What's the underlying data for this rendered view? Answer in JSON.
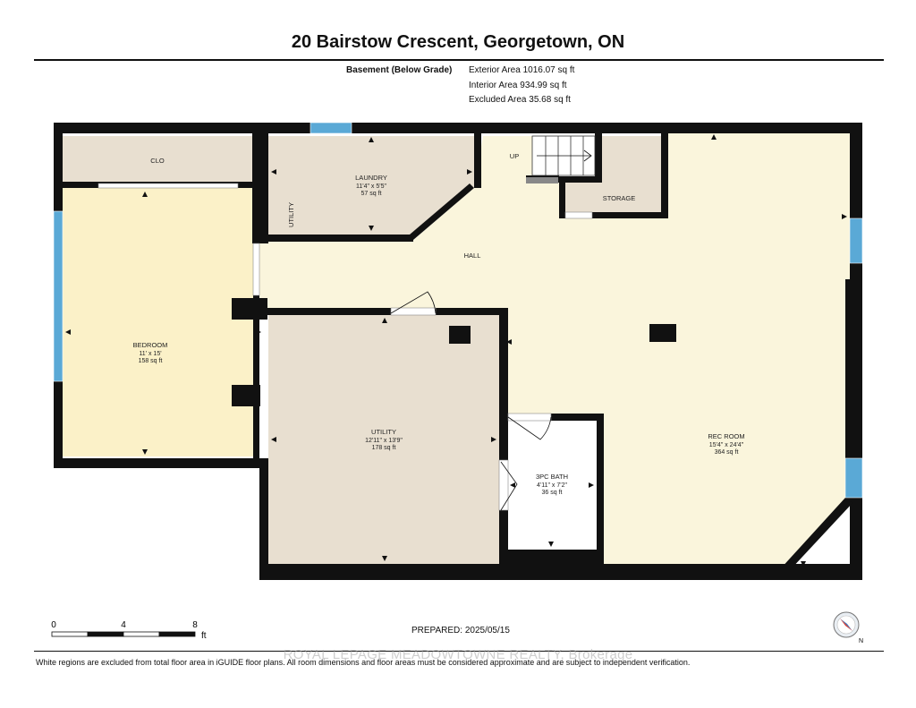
{
  "title": "20 Bairstow Crescent, Georgetown, ON",
  "level": {
    "name": "Basement (Below Grade)",
    "exterior_area": "Exterior Area 1016.07 sq ft",
    "interior_area": "Interior Area 934.99 sq ft",
    "excluded_area": "Excluded Area 35.68 sq ft"
  },
  "rooms": {
    "clo": {
      "name": "CLO"
    },
    "laundry": {
      "name": "LAUNDRY",
      "dims": "11'4\" x 5'5\"",
      "area": "57 sq ft"
    },
    "utility_small": {
      "name": "UTILITY"
    },
    "up": {
      "name": "UP"
    },
    "storage": {
      "name": "STORAGE"
    },
    "hall": {
      "name": "HALL"
    },
    "bedroom": {
      "name": "BEDROOM",
      "dims": "11' x 15'",
      "area": "158 sq ft"
    },
    "utility": {
      "name": "UTILITY",
      "dims": "12'11\" x 13'9\"",
      "area": "178 sq ft"
    },
    "bath": {
      "name": "3PC BATH",
      "dims": "4'11\" x 7'2\"",
      "area": "36 sq ft"
    },
    "rec": {
      "name": "REC ROOM",
      "dims": "15'4\" x 24'4\"",
      "area": "364 sq ft"
    }
  },
  "scale": {
    "labels": [
      "0",
      "4",
      "8"
    ],
    "unit": "ft"
  },
  "prepared": "PREPARED: 2025/05/15",
  "watermark": "ROYAL LEPAGE MEADOWTOWNE REALTY, Brokerage",
  "disclaimer": "White regions are excluded from total floor area in iGUIDE floor plans. All room dimensions and floor areas must be considered approximate and are subject to independent verification.",
  "compass": {
    "label": "N"
  },
  "colors": {
    "wall": "#111111",
    "bedroom_floor": "#fbf1c8",
    "living_floor": "#faf5dc",
    "service_floor": "#e8dfd0",
    "window": "#5aa9d6"
  }
}
